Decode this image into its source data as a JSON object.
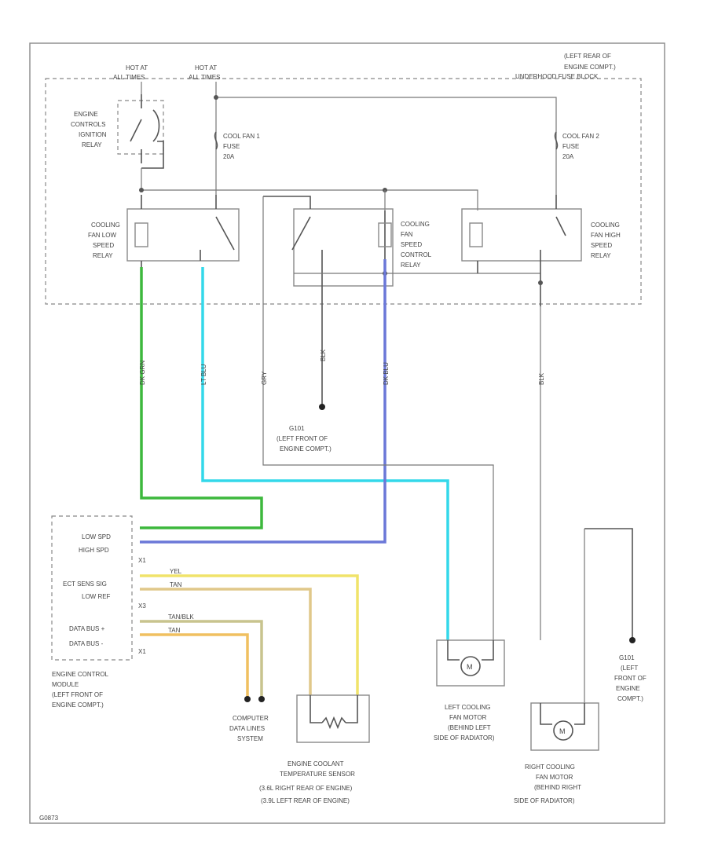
{
  "power": {
    "hot_run_crank": [
      "HOT AT",
      "ALL TIMES"
    ],
    "hot_all_times": [
      "HOT AT",
      "ALL TIMES"
    ]
  },
  "location_top": [
    "(LEFT REAR OF",
    "ENGINE COMPT.)",
    "UNDERHOOD FUSE BLOCK"
  ],
  "relays": {
    "ignition": [
      "ENGINE",
      "CONTROLS",
      "IGNITION",
      "RELAY"
    ],
    "low_speed": [
      "COOLING",
      "FAN LOW",
      "SPEED",
      "RELAY"
    ],
    "speed_control": [
      "COOLING",
      "FAN",
      "SPEED",
      "CONTROL",
      "RELAY"
    ],
    "high_speed": [
      "COOLING",
      "FAN HIGH",
      "SPEED",
      "RELAY"
    ]
  },
  "fuses": {
    "fan1": [
      "COOL FAN 1",
      "FUSE",
      "20A"
    ],
    "fan2": [
      "COOL FAN 2",
      "FUSE",
      "20A"
    ]
  },
  "grounds": {
    "g101a": [
      "G101",
      "(LEFT FRONT OF",
      "ENGINE COMPT.)"
    ],
    "g101b": [
      "G101",
      "(LEFT",
      "FRONT OF",
      "ENGINE",
      "COMPT.)"
    ]
  },
  "ecm": {
    "pins": [
      "LOW SPD",
      "HIGH SPD",
      "X1",
      "ECT SENS SIG",
      "LOW REF",
      "X3",
      "DATA BUS +",
      "DATA BUS -",
      "X1"
    ],
    "label": [
      "ENGINE CONTROL",
      "MODULE",
      "(LEFT FRONT OF",
      "ENGINE COMPT.)"
    ]
  },
  "wires": {
    "low": "DK GRN",
    "lt_blu": "LT BLU",
    "dk_blu": "DK BLU",
    "ect_sig": "YEL",
    "ect_ref": "TAN",
    "data_plus": "TAN/BLK",
    "data_minus": "TAN",
    "gray": "GRY",
    "black": "BLK"
  },
  "components": {
    "data_lines": [
      "COMPUTER",
      "DATA LINES",
      "SYSTEM"
    ],
    "ect_sensor": [
      "ENGINE COOLANT",
      "TEMPERATURE SENSOR",
      "(3.6L RIGHT REAR OF ENGINE)",
      "(3.9L LEFT REAR OF ENGINE)"
    ],
    "left_fan": [
      "LEFT COOLING",
      "FAN MOTOR",
      "(BEHIND LEFT",
      "SIDE OF RADIATOR)"
    ],
    "right_fan": [
      "RIGHT COOLING",
      "FAN MOTOR",
      "(BEHIND RIGHT",
      "SIDE OF RADIATOR)"
    ],
    "motor_symbol": "M"
  },
  "figure_id": "G0873"
}
